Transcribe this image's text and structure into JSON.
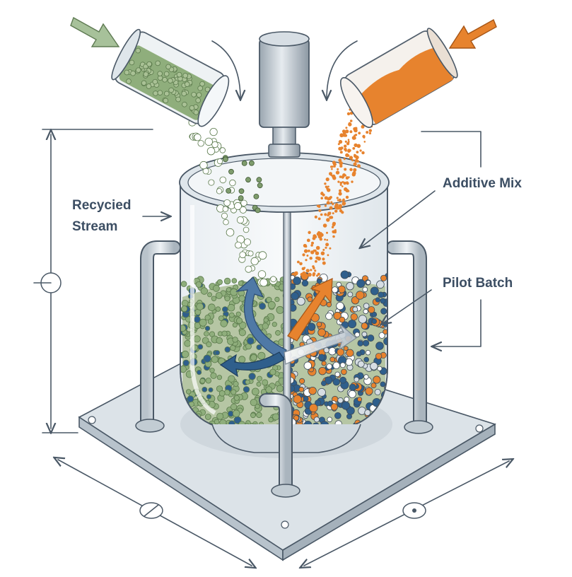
{
  "labels": {
    "recycled_stream_line1": "Recycied",
    "recycled_stream_line2": "Stream",
    "additive_mix": "Additive Mix",
    "pilot_batch": "Pilot Batch"
  },
  "colors": {
    "recycled_green": "#8fae7c",
    "additive_orange": "#e7832e",
    "blend_blue": "#2f5f8c",
    "label_text": "#3c4e63"
  },
  "icons": {
    "feed_arrow_left": "arrow-icon",
    "feed_arrow_right": "arrow-icon",
    "dimension_marker": "circle-marker-icon"
  }
}
